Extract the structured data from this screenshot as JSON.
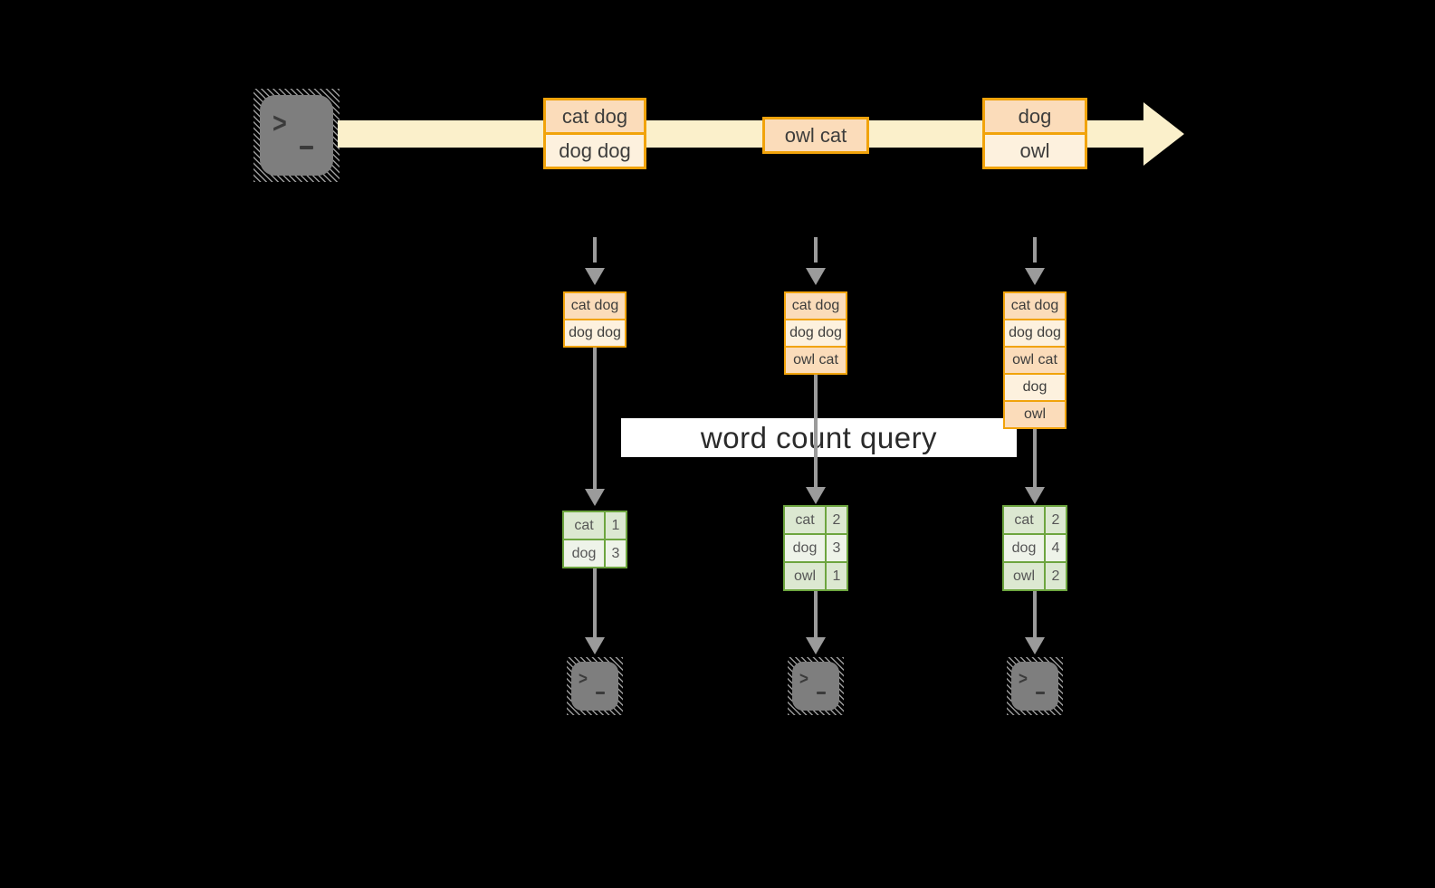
{
  "diagram": {
    "query_label": "word count query"
  },
  "colors": {
    "background": "#000000",
    "accent_orange": "#f1a30b",
    "cell_peach": "#fbdcba",
    "cell_cream": "#fdf1de",
    "stream_band": "#fbf0cb",
    "accent_green": "#6da53f",
    "cell_green": "#dce8d1",
    "cell_green_light": "#eef3e9",
    "arrow_gray": "#9b9b9b",
    "terminal_gray": "#7e7e7e",
    "query_band_bg": "#ffffff"
  },
  "stream": {
    "batches": [
      {
        "lines": [
          "cat dog",
          "dog dog"
        ]
      },
      {
        "lines": [
          "owl cat"
        ]
      },
      {
        "lines": [
          "dog",
          "owl"
        ]
      }
    ]
  },
  "columns": [
    {
      "input_lines": [
        "cat dog",
        "dog dog"
      ],
      "counts": [
        {
          "word": "cat",
          "count": 1
        },
        {
          "word": "dog",
          "count": 3
        }
      ]
    },
    {
      "input_lines": [
        "cat dog",
        "dog dog",
        "owl cat"
      ],
      "counts": [
        {
          "word": "cat",
          "count": 2
        },
        {
          "word": "dog",
          "count": 3
        },
        {
          "word": "owl",
          "count": 1
        }
      ]
    },
    {
      "input_lines": [
        "cat dog",
        "dog dog",
        "owl cat",
        "dog",
        "owl"
      ],
      "counts": [
        {
          "word": "cat",
          "count": 2
        },
        {
          "word": "dog",
          "count": 4
        },
        {
          "word": "owl",
          "count": 2
        }
      ]
    }
  ]
}
